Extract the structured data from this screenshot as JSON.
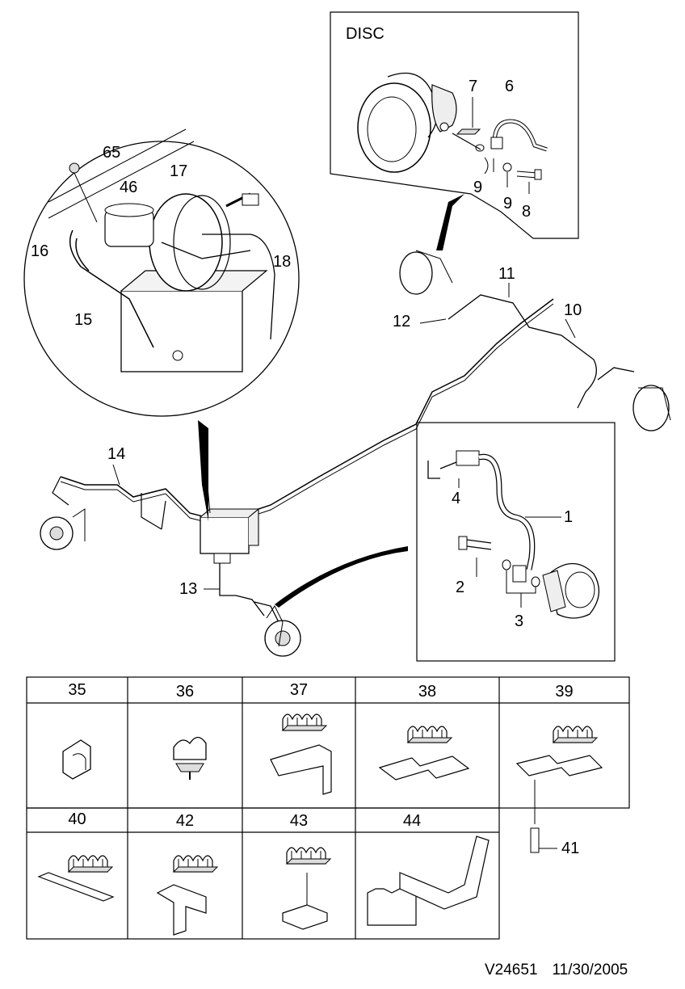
{
  "inset_disc": {
    "title": "DISC",
    "callouts": [
      "7",
      "6",
      "9",
      "9",
      "8"
    ]
  },
  "inset_master_cylinder": {
    "callouts": [
      "65",
      "17",
      "46",
      "16",
      "18",
      "15"
    ]
  },
  "inset_rear_hose": {
    "callouts": [
      "4",
      "1",
      "2",
      "3"
    ]
  },
  "main_lines": {
    "callouts": [
      "11",
      "10",
      "12",
      "14",
      "13"
    ]
  },
  "clip_table": {
    "row1": [
      "35",
      "36",
      "37",
      "38",
      "39"
    ],
    "row2": [
      "40",
      "42",
      "43",
      "44"
    ],
    "bolt_callout": "41"
  },
  "footer": {
    "drawing_id": "V24651",
    "date": "11/30/2005"
  }
}
